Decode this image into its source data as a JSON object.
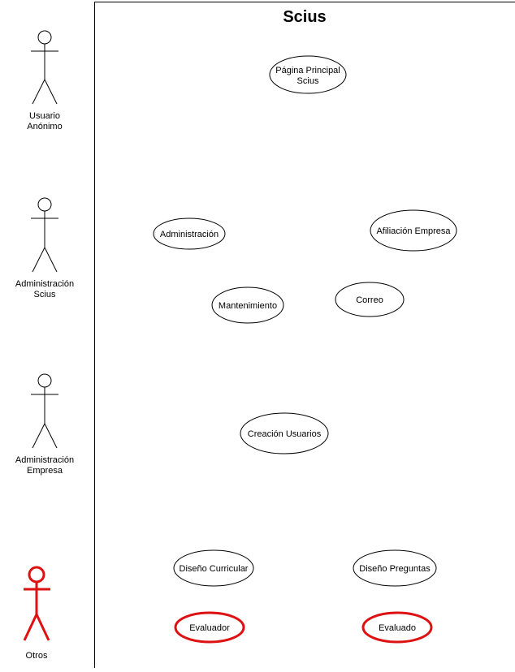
{
  "system": {
    "title": "Scius"
  },
  "actors": [
    {
      "line1": "Usuario",
      "line2": "Anónimo",
      "color": "#000000"
    },
    {
      "line1": "Administración",
      "line2": "Scius",
      "color": "#000000"
    },
    {
      "line1": "Administración",
      "line2": "Empresa",
      "color": "#000000"
    },
    {
      "line1": "Otros",
      "line2": "",
      "color": "#dd1111"
    }
  ],
  "usecases": [
    {
      "line1": "Página Principal",
      "line2": "Scius",
      "highlight": false
    },
    {
      "line1": "Administración",
      "line2": "",
      "highlight": false
    },
    {
      "line1": "Afiliación Empresa",
      "line2": "",
      "highlight": false
    },
    {
      "line1": "Mantenimiento",
      "line2": "",
      "highlight": false
    },
    {
      "line1": "Correo",
      "line2": "",
      "highlight": false
    },
    {
      "line1": "Creación Usuarios",
      "line2": "",
      "highlight": false
    },
    {
      "line1": "Diseño Curricular",
      "line2": "",
      "highlight": false
    },
    {
      "line1": "Diseño Preguntas",
      "line2": "",
      "highlight": false
    },
    {
      "line1": "Evaluador",
      "line2": "",
      "highlight": true
    },
    {
      "line1": "Evaluado",
      "line2": "",
      "highlight": true
    }
  ],
  "colors": {
    "stroke": "#000000",
    "highlight": "#dd1111"
  }
}
